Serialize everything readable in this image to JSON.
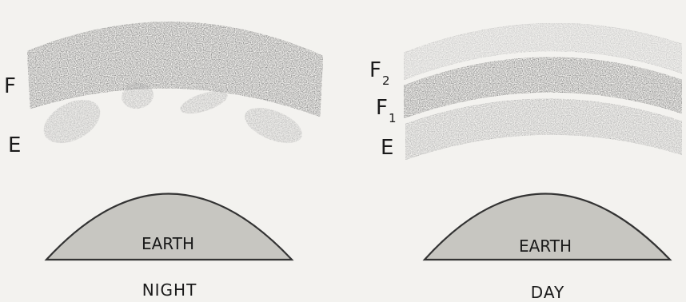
{
  "night": {
    "layer_f": "F",
    "layer_e": "E",
    "earth_label": "EARTH",
    "caption": "NIGHT"
  },
  "day": {
    "layer_f2": "F",
    "layer_f2_sub": "2",
    "layer_f1": "F",
    "layer_f1_sub": "1",
    "layer_e": "E",
    "earth_label": "EARTH",
    "caption": "DAY"
  },
  "colors": {
    "background": "#f3f2ef",
    "earth_fill": "#c7c6c1",
    "dense_layer": "#6e6e6e",
    "light_layer": "#bdbdbd",
    "medium_layer": "#8f8f8f",
    "ink": "#1a1a1a"
  }
}
